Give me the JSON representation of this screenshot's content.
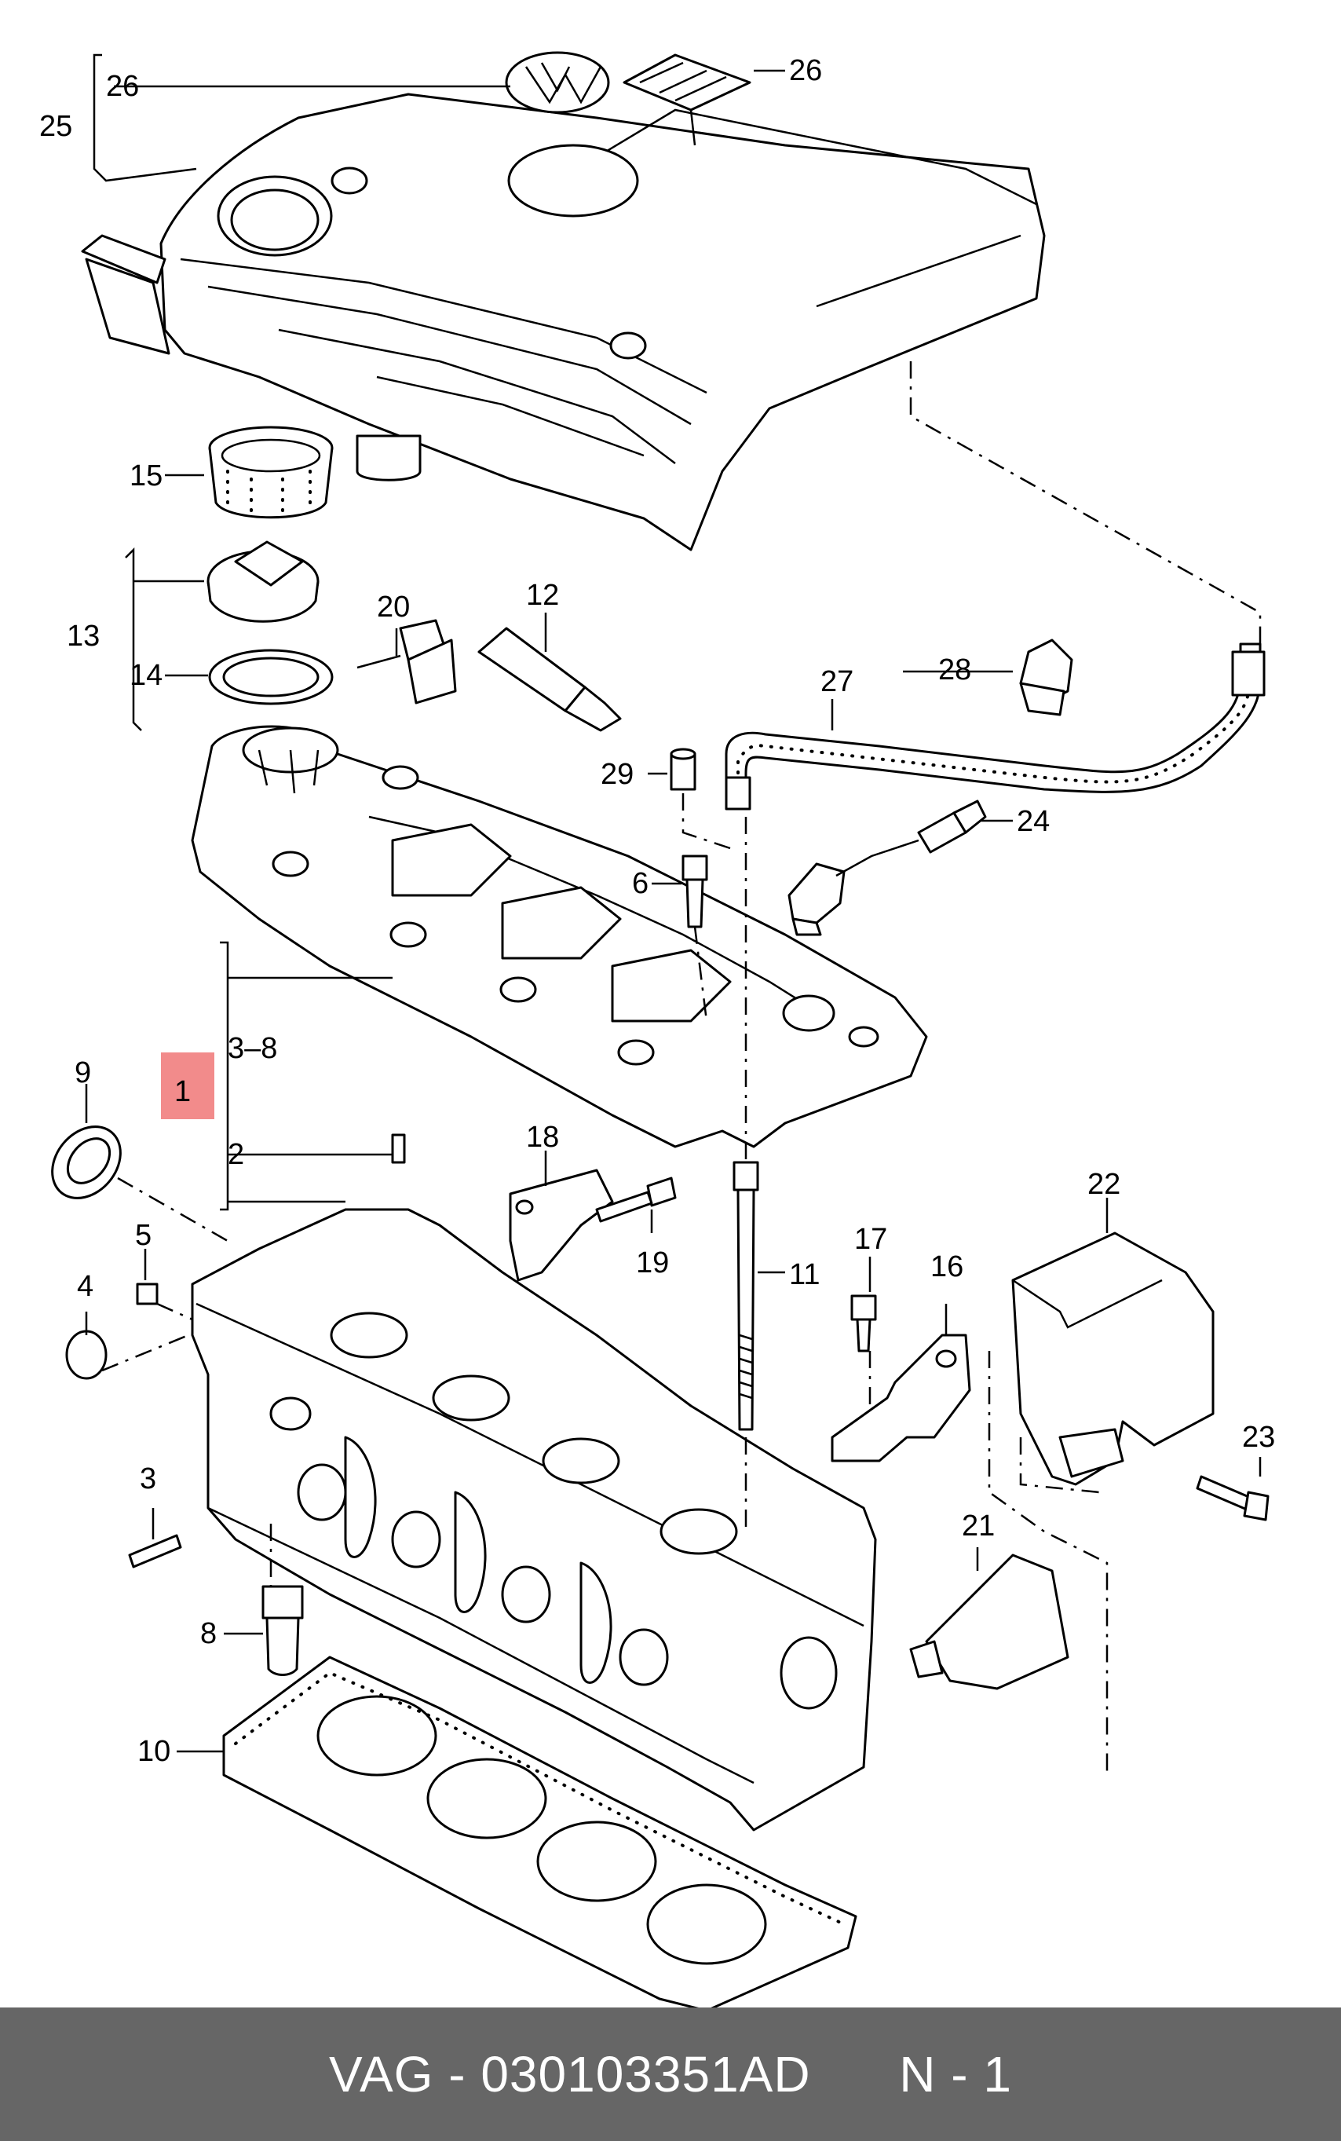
{
  "footer": {
    "brand": "VAG",
    "separator": " - ",
    "part_number": "030103351AD",
    "position": "N - 1"
  },
  "callouts": {
    "c1": "1",
    "c2": "2",
    "c3": "3",
    "c3_8": "3–8",
    "c4": "4",
    "c5": "5",
    "c6": "6",
    "c8": "8",
    "c9": "9",
    "c10": "10",
    "c11": "11",
    "c12": "12",
    "c13": "13",
    "c14": "14",
    "c15": "15",
    "c16": "16",
    "c17": "17",
    "c18": "18",
    "c19": "19",
    "c20": "20",
    "c21": "21",
    "c22": "22",
    "c23": "23",
    "c24": "24",
    "c25": "25",
    "c26a": "26",
    "c26b": "26",
    "c27": "27",
    "c28": "28",
    "c29": "29"
  },
  "highlight": {
    "color": "#f28b8b",
    "callout": "1"
  }
}
